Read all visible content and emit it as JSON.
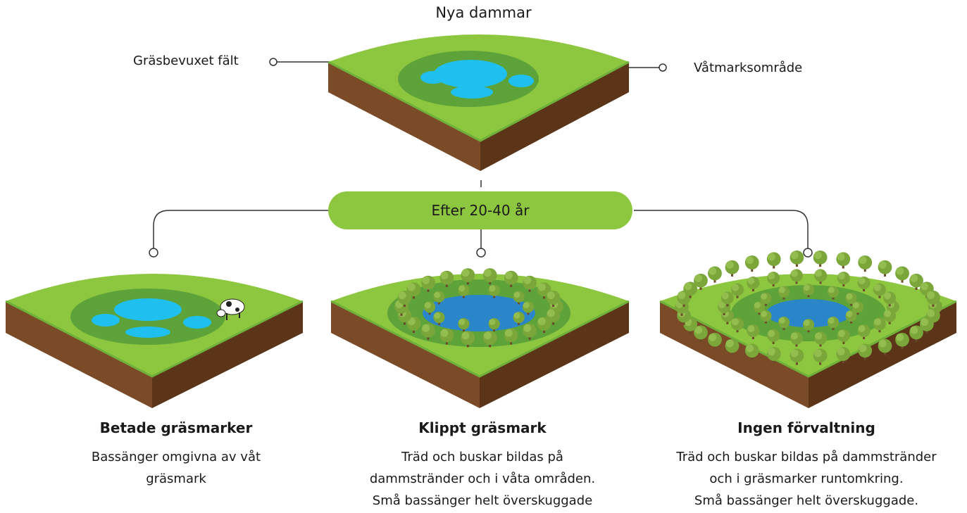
{
  "header": {
    "title": "Nya dammar"
  },
  "callouts": {
    "left": "Gräsbevuxet fält",
    "right": "Våtmarksområde"
  },
  "timeline": {
    "label": "Efter 20-40 år"
  },
  "panels": [
    {
      "title": "Betade gräsmarker",
      "lines": [
        "Bassänger omgivna av våt gräsmark"
      ]
    },
    {
      "title": "Klippt gräsmark",
      "lines": [
        "Träd och buskar bildas på",
        "dammstränder och i våta områden.",
        "Små bassänger helt överskuggade"
      ]
    },
    {
      "title": "Ingen förvaltning",
      "lines": [
        "Träd och buskar bildas på dammstränder",
        "och i gräsmarker runtomkring.",
        "Små bassänger helt överskuggade."
      ]
    }
  ],
  "colors": {
    "grass": "#8dc63f",
    "grass_dark": "#5ea23a",
    "water": "#1fbfef",
    "soil": "#7b4a26",
    "soil_dark": "#5c3519",
    "tree": "#7aa63a",
    "line": "#333333"
  }
}
